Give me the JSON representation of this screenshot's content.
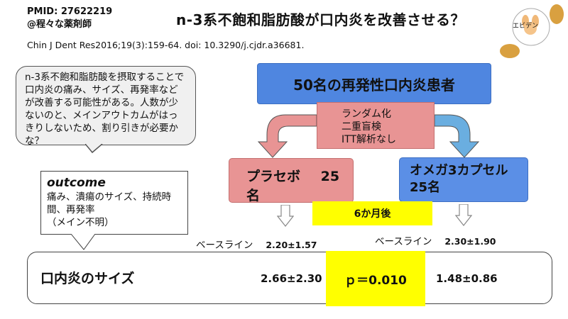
{
  "header": {
    "pmid": "PMID: 27622219",
    "author": "@程々な薬剤師",
    "title": "n-3系不飽和脂肪酸が口内炎を改善させる？",
    "citation": "Chin J Dent Res2016;19(3):159-64. doi: 10.3290/j.cjdr.a36681."
  },
  "summary": "n-3系不飽和脂肪酸を摂取することで口内炎の痛み、サイズ、再発率などが改善する可能性がある。人数が少ないのと、メインアウトカムがはっきりしないため、割り引きが必要かな？",
  "logo": {
    "label": "エビデン"
  },
  "flow": {
    "patients": "50名の再発性口内炎患者",
    "design": "ランダム化\n二重盲検\nITT解析なし",
    "placebo": {
      "label": "プラセボ",
      "n": "25名"
    },
    "omega": {
      "label": "オメガ3カプセル",
      "n": "25名"
    },
    "duration": "6か月後"
  },
  "outcome": {
    "head": "outcome",
    "body": "痛み、潰瘍のサイズ、持続時間、再発率\n（メイン不明）"
  },
  "baseline": {
    "label": "ベースライン",
    "placebo": "2.20±1.57",
    "omega": "2.30±1.90"
  },
  "result": {
    "label": "口内炎のサイズ",
    "placebo": "2.66±2.30",
    "p": "ｐ＝0.010",
    "omega": "1.48±0.86"
  },
  "colors": {
    "blue": "#4f86e0",
    "pink": "#e89494",
    "yellow": "#ffff00",
    "light_blue_arrow": "#6aaee0"
  }
}
